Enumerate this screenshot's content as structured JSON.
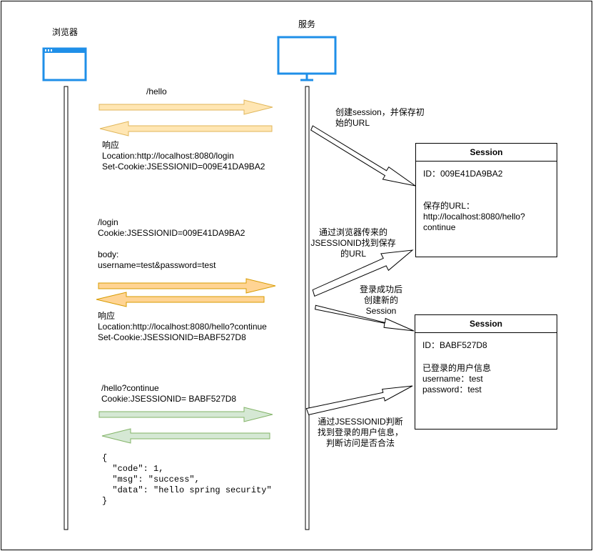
{
  "actors": {
    "browser": "浏览器",
    "server": "服务"
  },
  "step1": {
    "request": "/hello",
    "note": "创建session，并保存初始的URL",
    "response_lines": [
      "响应",
      "Location:http://localhost:8080/login",
      "Set-Cookie:JSESSIONID=009E41DA9BA2"
    ]
  },
  "session1": {
    "title": "Session",
    "id_line": "ID：009E41DA9BA2",
    "saved_label": "保存的URL：",
    "url_line1": "http://localhost:8080/hello?",
    "url_line2": "continue"
  },
  "step2": {
    "request_lines": [
      "/login",
      "Cookie:JSESSIONID=009E41DA9BA2",
      "",
      "body:",
      "username=test&password=test"
    ],
    "note_find": "通过浏览器传来的JSESSIONID找到保存的URL",
    "note_login": "登录成功后创建新的Session",
    "response_lines": [
      "响应",
      "Location:http://localhost:8080/hello?continue",
      "Set-Cookie:JSESSIONID=BABF527D8"
    ]
  },
  "session2": {
    "title": "Session",
    "id_line": "ID：BABF527D8",
    "info_label": "已登录的用户信息",
    "username_line": "username：test",
    "password_line": "password：test"
  },
  "step3": {
    "request_lines": [
      "/hello?continue",
      "Cookie:JSESSIONID= BABF527D8"
    ],
    "note": "通过JSESSIONID判断找到登录的用户信息，判断访问是否合法",
    "response_json": "{\n  \"code\": 1,\n  \"msg\": \"success\",\n  \"data\": \"hello spring security\"\n}"
  },
  "colors": {
    "step1_fill": "#ffe6b3",
    "step1_stroke": "#e0b65a",
    "step2_fill": "#ffd494",
    "step2_stroke": "#d79b00",
    "step3_fill": "#d5e8d4",
    "step3_stroke": "#82b366",
    "icon_blue": "#1f8fe8"
  }
}
